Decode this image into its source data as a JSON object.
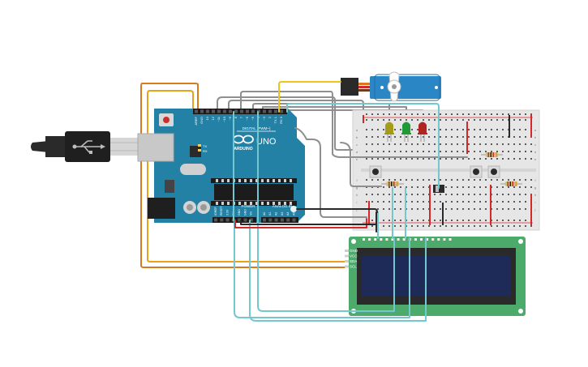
{
  "arduino": {
    "brand": "ARDUINO",
    "model": "UNO",
    "digital_header": "DIGITAL (PWM~)",
    "power_header": "POWER",
    "analog_header": "ANALOG IN",
    "led_tx": "TX",
    "led_rx": "RX",
    "pin_labels_top": [
      "AREF",
      "GND",
      "13",
      "12",
      "~11",
      "~10",
      "~9",
      "8",
      "7",
      "~6",
      "~5",
      "4",
      "~3",
      "2",
      "TX 1",
      "RX 0"
    ],
    "pin_labels_power": [
      "IOREF",
      "RESET",
      "3.3V",
      "5V",
      "GND",
      "GND",
      "Vin"
    ],
    "pin_labels_analog": [
      "A0",
      "A1",
      "A2",
      "A3",
      "A4",
      "A5"
    ]
  },
  "breadboard": {
    "row_letters_top": [
      "a",
      "b",
      "c",
      "d",
      "e"
    ],
    "row_letters_bottom": [
      "f",
      "g",
      "h",
      "i",
      "j"
    ]
  },
  "lcd": {
    "pin_labels": [
      "GND",
      "VCC",
      "SDA",
      "SCL"
    ]
  },
  "colors": {
    "wire_orange": "#e8a21a",
    "wire_dark_orange": "#d9791d",
    "wire_yellow": "#f2c318",
    "wire_gray": "#8f8f8f",
    "wire_teal": "#73c7cf",
    "wire_red": "#d6272a",
    "wire_black": "#2a2a2a",
    "board_teal": "#2481a6",
    "servo_blue": "#2b86c5",
    "lcd_green": "#4cab6b",
    "lcd_screen": "#1e2b58",
    "led_yellow": "#a59b18",
    "led_green": "#1f9a35",
    "led_red": "#b02421"
  },
  "icons": {
    "usb": "usb-plug-icon",
    "arduino_logo": "infinity-logo-icon",
    "servo_horn": "servo-horn-icon"
  }
}
